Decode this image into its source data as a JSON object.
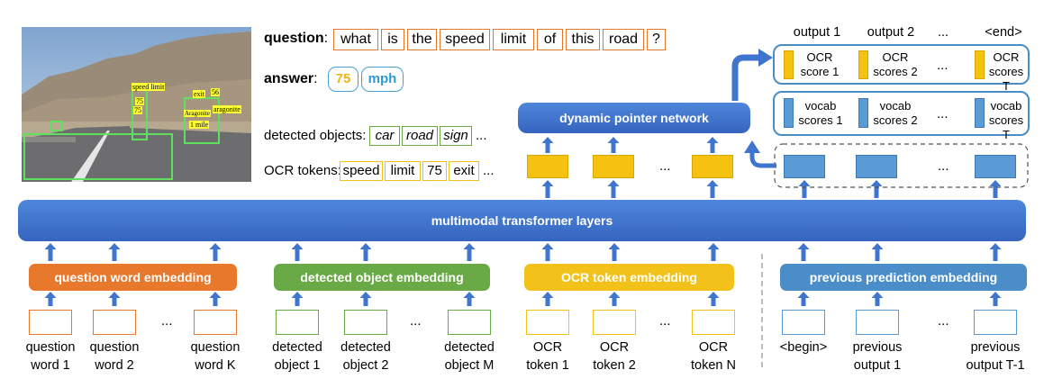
{
  "image_detections": {
    "labels": [
      "speed limit",
      "75",
      "exit",
      "56",
      "Aragonite",
      "aragonite",
      "1 mile"
    ]
  },
  "example": {
    "question_label": "question",
    "question_colon": ":",
    "question_tokens": [
      "what",
      "is",
      "the",
      "speed",
      "limit",
      "of",
      "this",
      "road",
      "?"
    ],
    "answer_label": "answer",
    "answer_colon": ":",
    "answer_tokens": [
      "75",
      "mph"
    ],
    "detected_objects_label": "detected objects:",
    "detected_objects": [
      "car",
      "road",
      "sign"
    ],
    "detected_objects_more": "...",
    "ocr_tokens_label": "OCR tokens:",
    "ocr_tokens": [
      "speed",
      "limit",
      "75",
      "exit"
    ],
    "ocr_tokens_more": "..."
  },
  "model": {
    "transformer_label": "multimodal transformer layers",
    "pointer_label": "dynamic pointer network",
    "embeddings": [
      {
        "label": "question word embedding",
        "color": "#e8782b"
      },
      {
        "label": "detected object embedding",
        "color": "#6aaa46"
      },
      {
        "label": "OCR token embedding",
        "color": "#f2c21b"
      },
      {
        "label": "previous prediction embedding",
        "color": "#4a8dc8"
      }
    ],
    "inputs": {
      "question": [
        "question\nword 1",
        "question\nword 2",
        "question\nword K"
      ],
      "objects": [
        "detected\nobject 1",
        "detected\nobject 2",
        "detected\nobject M"
      ],
      "ocr": [
        "OCR\ntoken 1",
        "OCR\ntoken 2",
        "OCR\ntoken N"
      ],
      "previous": [
        "<begin>",
        "previous\noutput 1",
        "previous\noutput T-1"
      ]
    },
    "ellipsis": "...",
    "outputs": [
      "output 1",
      "output 2",
      "...",
      "<end>"
    ],
    "ocr_scores": [
      "OCR\nscore 1",
      "OCR\nscores 2",
      "OCR\nscores T"
    ],
    "vocab_scores": [
      "vocab\nscores 1",
      "vocab\nscores 2",
      "vocab\nscores T"
    ]
  },
  "colors": {
    "orange": "#e8782b",
    "green": "#6aaa46",
    "yellow": "#f2c21b",
    "blue": "#4a8dc8",
    "transformer_blue": "#3f74cf"
  }
}
